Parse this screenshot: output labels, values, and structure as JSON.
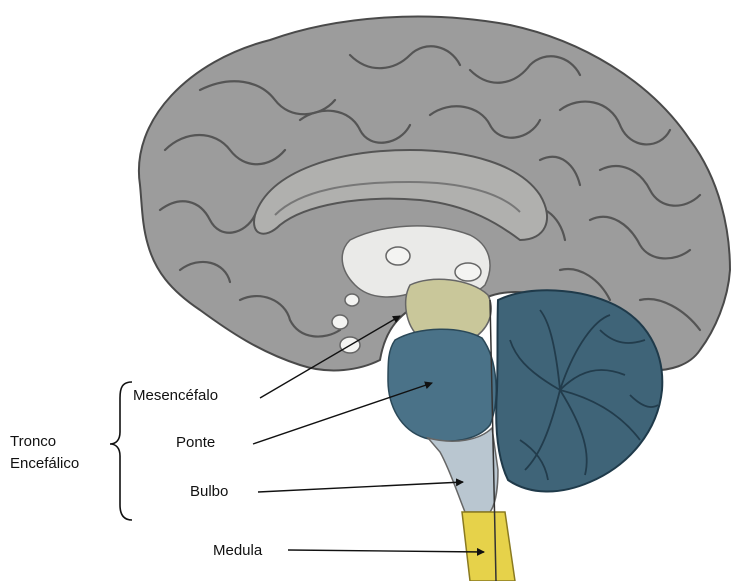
{
  "group_label": {
    "line1": "Tronco",
    "line2": "Encefálico"
  },
  "labels": {
    "mesencefalo": "Mesencéfalo",
    "ponte": "Ponte",
    "bulbo": "Bulbo",
    "medula": "Medula"
  },
  "colors": {
    "background": "#ffffff",
    "cortex": "#9c9c9c",
    "cortex_dark": "#5a5a5a",
    "cortex_light": "#b8b8b8",
    "white_matter": "#e8e8e6",
    "corpus_callosum": "#a8a8a6",
    "midbrain": "#c9c79a",
    "pons": "#4a7288",
    "medulla_oblongata": "#b9c6d0",
    "spinal_cord": "#e6d24a",
    "cerebellum": "#3f6478",
    "cerebellum_dark": "#1f3a4a",
    "line": "#111111"
  }
}
